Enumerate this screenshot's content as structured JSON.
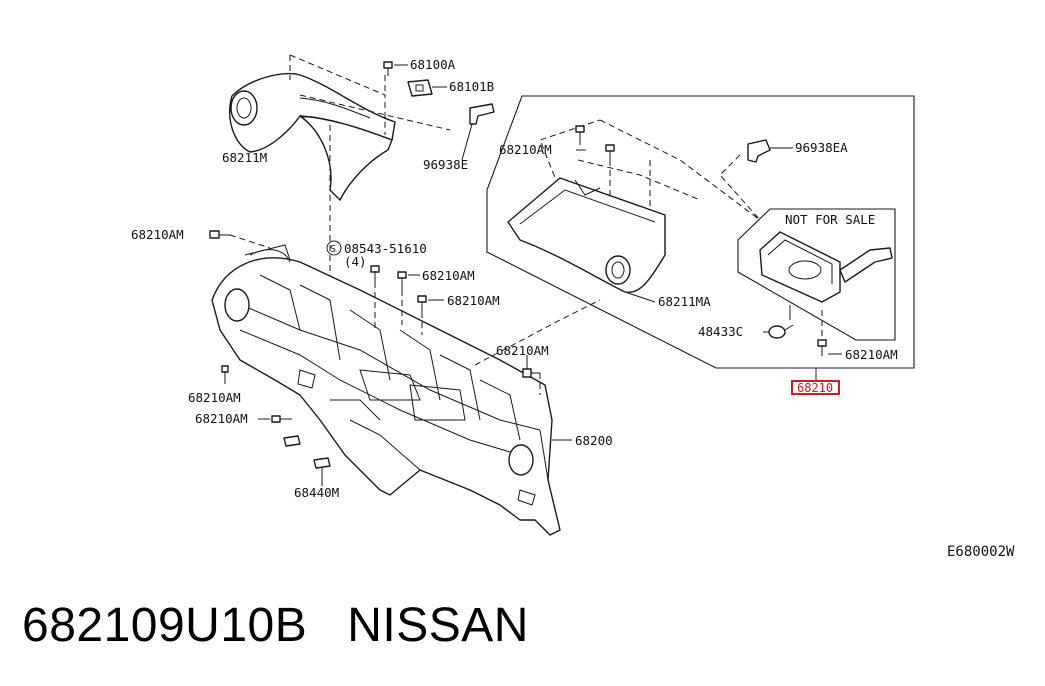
{
  "diagram": {
    "labels": {
      "p68100A": "68100A",
      "p68101B": "68101B",
      "p68211M": "68211M",
      "p96938E": "96938E",
      "p68210AM_box_top": "68210AM",
      "p96938EA": "96938EA",
      "not_for_sale": "NOT FOR SALE",
      "p68210AM_left": "68210AM",
      "p08543": "08543-51610",
      "p08543_qty": "(4)",
      "p68210AM_mid1": "68210AM",
      "p68210AM_mid2": "68210AM",
      "p68211MA": "68211MA",
      "p48433C": "48433C",
      "p68210AM_box_right": "68210AM",
      "p68210AM_center": "68210AM",
      "p68210AM_lower1": "68210AM",
      "p68210AM_lower2": "68210AM",
      "p68200": "68200",
      "p68440M": "68440M",
      "highlight_part": "68210",
      "diagram_code": "E680002W"
    },
    "highlight_color": "#d11a1a"
  },
  "caption": {
    "part_number": "682109U10B",
    "brand": "NISSAN"
  }
}
